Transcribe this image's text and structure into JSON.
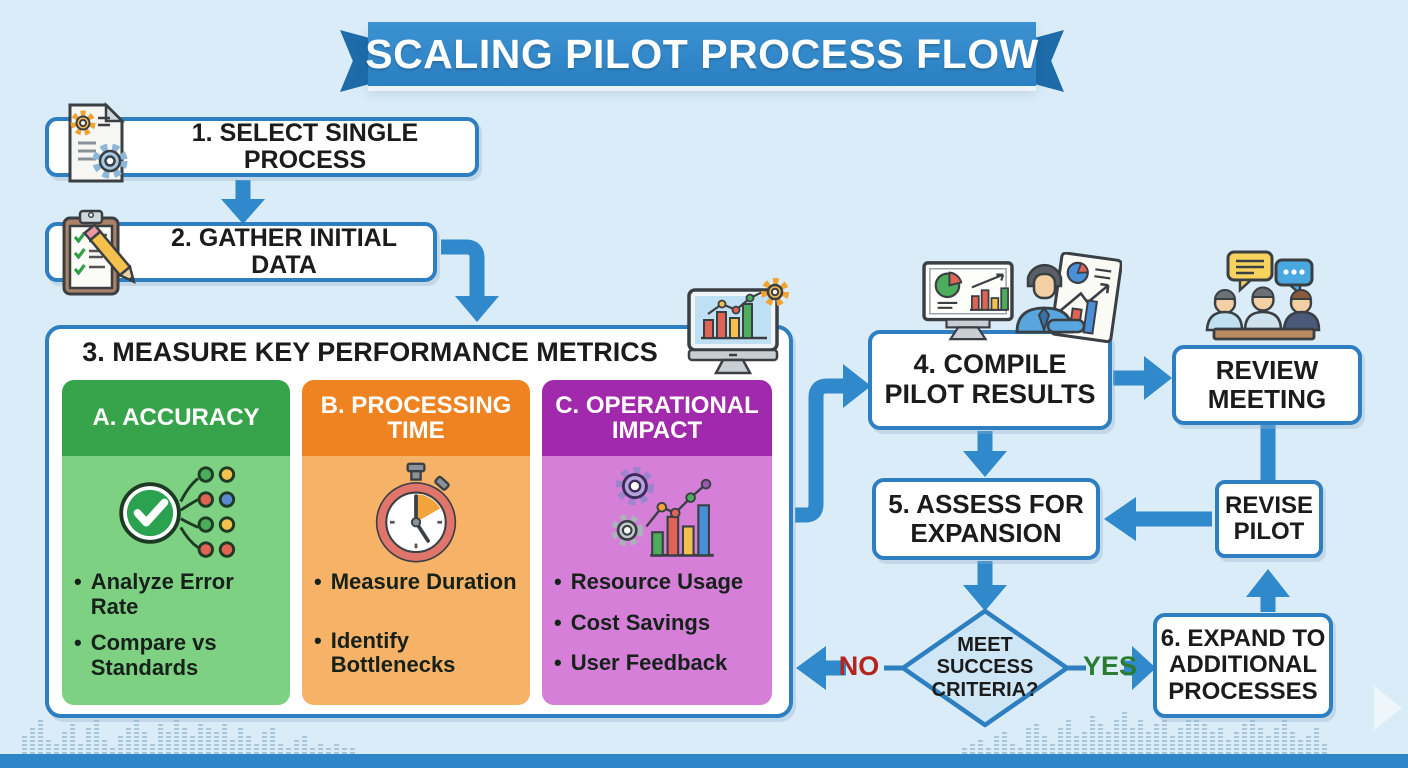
{
  "banner": {
    "title": "SCALING PILOT PROCESS FLOW"
  },
  "steps": {
    "step1": {
      "label": "1. SELECT SINGLE PROCESS",
      "icon": "document-gear-icon"
    },
    "step2": {
      "label": "2. GATHER INITIAL DATA",
      "icon": "clipboard-pencil-icon"
    },
    "step3": {
      "title": "3. MEASURE KEY PERFORMANCE METRICS",
      "icon": "monitor-chart-gear-icon",
      "columns": [
        {
          "id": "A",
          "header": "A. ACCURACY",
          "icon": "checkmark-network-icon",
          "bullets": [
            "Analyze Error Rate",
            "Compare vs Standards"
          ],
          "header_color": "#37a44b",
          "body_color": "#7ed183"
        },
        {
          "id": "B",
          "header": "B. PROCESSING TIME",
          "icon": "stopwatch-icon",
          "bullets": [
            "Measure Duration",
            "Identify Bottlenecks"
          ],
          "header_color": "#ef8321",
          "body_color": "#f6b266"
        },
        {
          "id": "C",
          "header": "C. OPERATIONAL IMPACT",
          "icon": "gears-barchart-icon",
          "bullets": [
            "Resource Usage",
            "Cost Savings",
            "User Feedback"
          ],
          "header_color": "#a129ab",
          "body_color": "#d57fd9"
        }
      ]
    },
    "step4": {
      "lines": [
        "4. COMPILE",
        "PILOT RESULTS"
      ],
      "icons": [
        "monitor-analytics-icon",
        "analyst-report-icon"
      ]
    },
    "review_meeting": {
      "lines": [
        "REVIEW",
        "MEETING"
      ],
      "icon": "team-meeting-icon"
    },
    "step5": {
      "lines": [
        "5. ASSESS FOR",
        "EXPANSION"
      ]
    },
    "revise_pilot": {
      "lines": [
        "REVISE",
        "PILOT"
      ]
    },
    "decision": {
      "lines": [
        "MEET",
        "SUCCESS",
        "CRITERIA?"
      ],
      "no_label": "NO",
      "yes_label": "YES"
    },
    "step6": {
      "lines": [
        "6. EXPAND TO",
        "ADDITIONAL",
        "PROCESSES"
      ]
    }
  },
  "palette": {
    "background": "#daecf8",
    "accent_blue": "#2f89cb",
    "border_blue": "#2e7fc1",
    "ribbon_blue": "#2e86c8",
    "ribbon_fold": "#1d6ba9",
    "green_header": "#37a44b",
    "green_body": "#7ed183",
    "orange_header": "#ef8321",
    "orange_body": "#f6b266",
    "purple_header": "#a129ab",
    "purple_body": "#d57fd9",
    "diamond_fill": "#cee6f6",
    "no_red": "#b3261e",
    "yes_green": "#2c7b33",
    "text_dark": "#1b1b1b"
  }
}
